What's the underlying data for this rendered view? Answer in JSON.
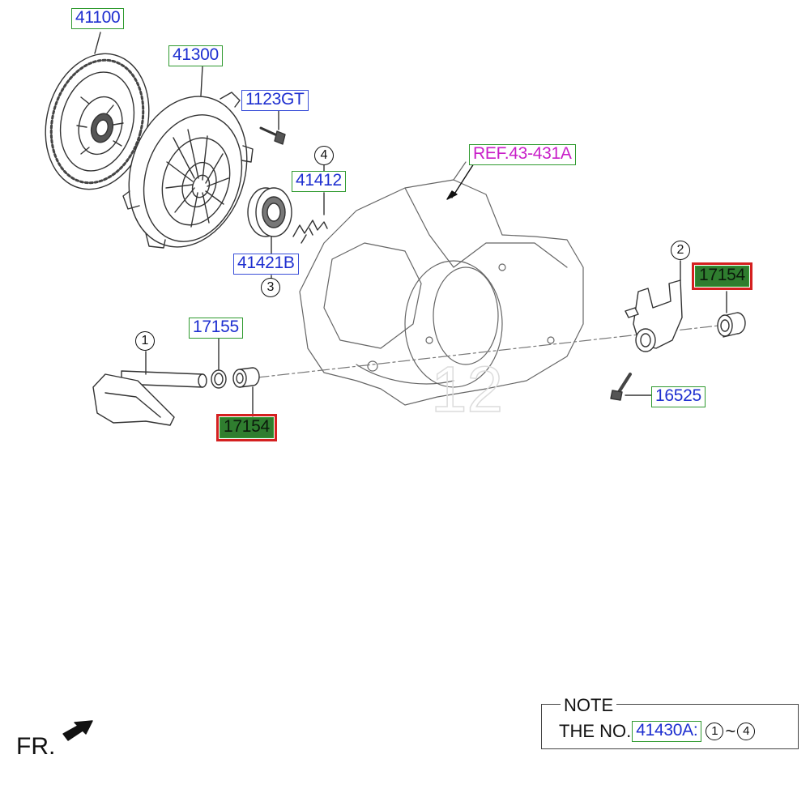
{
  "parts": {
    "clutch_disc": "41100",
    "clutch_cover": "41300",
    "cover_bolt": "1123GT",
    "release_clip": "41412",
    "release_bearing": "41421B",
    "oil_seal": "17155",
    "bushing_left": "17154",
    "bushing_right": "17154",
    "fork_bolt": "16525"
  },
  "reference": "REF.43-431A",
  "callouts": {
    "shaft": "1",
    "fork": "2",
    "bearing": "3",
    "clip": "4"
  },
  "watermark": "12",
  "direction_label": "FR.",
  "note": {
    "title": "NOTE",
    "prefix": "THE NO.",
    "part": "41430A:",
    "range_start": "1",
    "range_sep": "~",
    "range_end": "4"
  },
  "colors": {
    "label_text": "#1e2fd0",
    "label_border": "#2f9a2f",
    "reference_text": "#c81ec8",
    "highlight_fill": "#2f7d2f",
    "highlight_frame": "#d42020"
  }
}
